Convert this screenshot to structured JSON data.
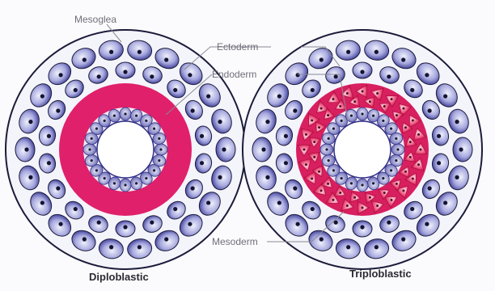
{
  "labels": {
    "mesoglea": "Mesoglea",
    "ectoderm": "Ectoderm",
    "endoderm": "Endoderm",
    "mesoderm": "Mesoderm"
  },
  "captions": {
    "left": "Diploblastic",
    "right": "Triploblastic"
  },
  "colors": {
    "ectoderm_cell_dark": "#2f2f86",
    "ectoderm_cell_light": "#9b9bd6",
    "mesoglea_pink": "#e0206a",
    "mesoderm_pink": "#d81f5f",
    "mesoderm_cell_light": "#f28aa6",
    "endoderm_cell": "#6b6bb9",
    "outline": "#1b1b3a"
  },
  "icons": {
    "left_diagram": "diploblastic-cross-section",
    "right_diagram": "triploblastic-cross-section"
  }
}
